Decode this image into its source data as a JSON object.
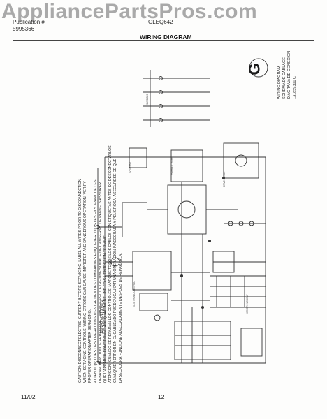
{
  "watermark": "AppliancePartsPros.com",
  "header": {
    "left_line1": "Publication #",
    "left_line2": "5995366",
    "model": "GLEQ642",
    "title": "WIRING DIAGRAM"
  },
  "caution": [
    "CAUTION: DISCONNECT ELECTRIC CURRENT BEFORE SERVICING. LABEL ALL WIRES PRIOR TO DISCONNECTION",
    "WHEN SERVICING CONTROLS. WIRING ERRORS CAN CAUSE IMPROPER AND DANGEROUS OPERATION. VERIFY",
    "PROPER OPERATION AFTER SERVICING.",
    "ATTENTION: LORS DES OPERATIONS D'ENTRETIEN DES COMMANDES ETIQUETER TOUS LES FILS AVANT DE LES",
    "DEBRANCHER. TOUTE ERREUR DE CABLAGE PEUT ETRE UNE SOURCE DE DANGER ET DE PANNE. S'ASSURER",
    "QUE L'APPAREIL FONCTIONNE ADEQUATEMENT UNE FOIS L'ENTRETIEN TERMINE.",
    "ATENCION: CUANDO SE REPARAN LOS CONTROLES, MARQUE TODOS LOS CABLES CON ETIQUETAS ANTES DE DESCONECTARLOS.",
    "CUALQUIER ERROR EN EL CABLEADO PUEDEN CAUSAR UNA OPERACION INADECUADA Y PELIGROSA. ASEGURESE DE QUE",
    "LA SECADORA FUNCIONE ADECUADAMENTE DESPUES DE REPARARLA."
  ],
  "diagram_label": [
    "WIRING DIAGRAM",
    "SCHEMA DE CABLAGE",
    "DIAGRAMA DE CONEXION",
    "131859300 C"
  ],
  "voltage_label": "120/240 VOLTS 60HZ",
  "footer": {
    "date": "11/02",
    "page": "12"
  }
}
